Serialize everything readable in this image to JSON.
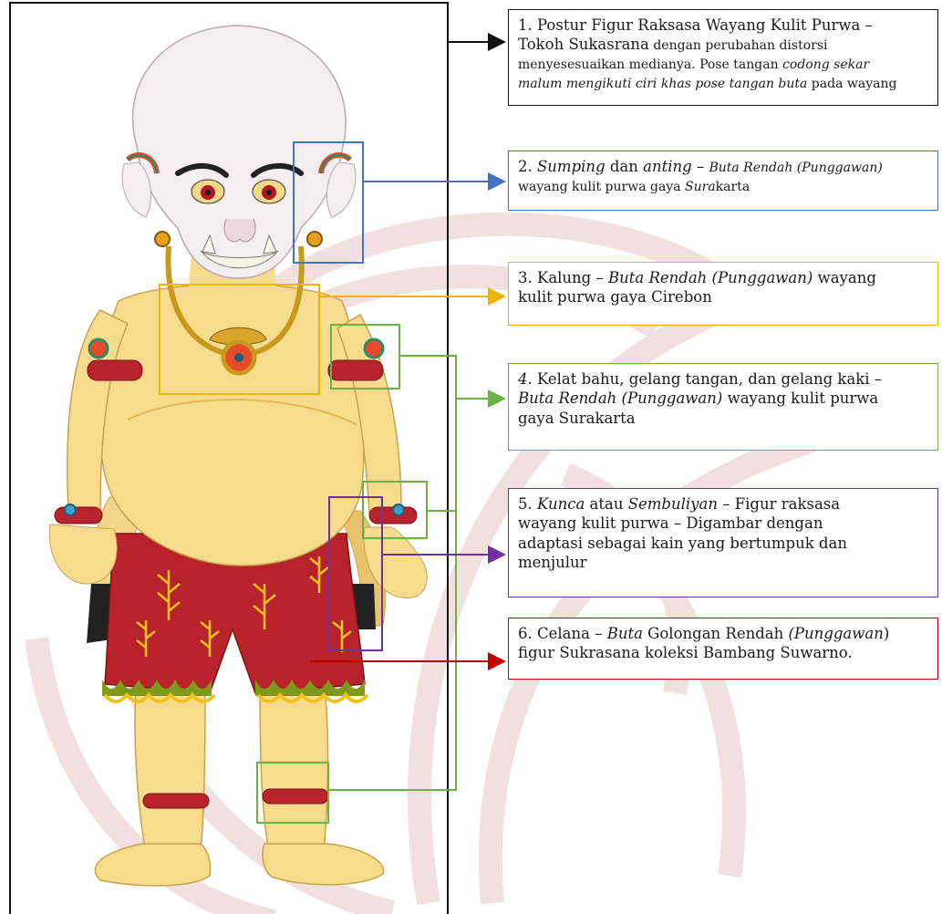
{
  "colors": {
    "black": "#111111",
    "blue": "#4472c4",
    "yellow": "#f0b400",
    "green": "#6db046",
    "purple": "#7030a0",
    "red": "#c00000",
    "skin": "#f6dc8c",
    "skin_shade": "#e9c56b",
    "head": "#f4eef1",
    "pants": "#b8232b",
    "gold": "#c79a1e",
    "ruffle_green": "#7f9a1a",
    "watermark": "#e8c7c7"
  },
  "annotations": [
    {
      "id": 1,
      "color_key": "black",
      "segments": [
        {
          "t": "1. Postur Figur Raksasa Wayang Kulit Purwa –",
          "s": "big"
        },
        {
          "br": true
        },
        {
          "t": "Tokoh Sukasrana",
          "s": "big"
        },
        {
          "t": " dengan perubahan distorsi",
          "s": "small"
        },
        {
          "br": true
        },
        {
          "t": "menyesesuaikan medianya. Pose tangan ",
          "s": "small"
        },
        {
          "t": "codong sekar",
          "s": "small",
          "i": true
        },
        {
          "br": true
        },
        {
          "t": "malum mengikuti ciri khas pose tangan buta",
          "s": "small",
          "i": true
        },
        {
          "t": " pada wayang",
          "s": "small"
        }
      ]
    },
    {
      "id": 2,
      "color_key": "blue",
      "segments": [
        {
          "t": "2. ",
          "s": "big"
        },
        {
          "t": "Sumping",
          "s": "big",
          "i": true
        },
        {
          "t": " dan ",
          "s": "big"
        },
        {
          "t": "anting",
          "s": "big",
          "i": true
        },
        {
          "t": " – ",
          "s": "big"
        },
        {
          "t": "Buta Rendah (Punggawan)",
          "s": "small",
          "i": true
        },
        {
          "br": true
        },
        {
          "t": "wayang kulit purwa gaya ",
          "s": "small"
        },
        {
          "t": "Sura",
          "s": "small",
          "i": true
        },
        {
          "t": "karta",
          "s": "small"
        }
      ]
    },
    {
      "id": 3,
      "color_key": "yellow",
      "segments": [
        {
          "t": "3. Kalung – ",
          "s": "big"
        },
        {
          "t": "Buta Rendah (Punggawan)",
          "s": "big",
          "i": true
        },
        {
          "t": " wayang",
          "s": "big"
        },
        {
          "br": true
        },
        {
          "t": "kulit purwa gaya Cirebon",
          "s": "big"
        }
      ]
    },
    {
      "id": 4,
      "color_key": "green",
      "segments": [
        {
          "t": "4",
          "s": "big",
          "i": true
        },
        {
          "t": ". Kelat bahu, gelang tangan, dan gelang kaki –",
          "s": "big"
        },
        {
          "br": true
        },
        {
          "t": "Buta Rendah (Punggawan)",
          "s": "big",
          "i": true
        },
        {
          "t": " wayang kulit purwa",
          "s": "big"
        },
        {
          "br": true
        },
        {
          "t": "gaya Surakarta",
          "s": "big"
        }
      ]
    },
    {
      "id": 5,
      "color_key": "purple",
      "segments": [
        {
          "t": "5. ",
          "s": "big"
        },
        {
          "t": "Kunca",
          "s": "big",
          "i": true
        },
        {
          "t": " atau ",
          "s": "big"
        },
        {
          "t": "Sembuliyan",
          "s": "big",
          "i": true
        },
        {
          "t": " – Figur raksasa",
          "s": "big"
        },
        {
          "br": true
        },
        {
          "t": "wayang kulit purwa – Digambar dengan",
          "s": "big"
        },
        {
          "br": true
        },
        {
          "t": "adaptasi sebagai kain yang bertumpuk dan",
          "s": "big"
        },
        {
          "br": true
        },
        {
          "t": "menjulur",
          "s": "big"
        }
      ]
    },
    {
      "id": 6,
      "color_key": "red",
      "segments": [
        {
          "t": "6. Celana – ",
          "s": "big"
        },
        {
          "t": "Buta",
          "s": "big",
          "i": true
        },
        {
          "t": " Golongan Rendah ",
          "s": "big"
        },
        {
          "t": "(Punggawan",
          "s": "big",
          "i": true
        },
        {
          "t": ")",
          "s": "big"
        },
        {
          "br": true
        },
        {
          "t": "figur Sukrasana koleksi Bambang Suwarno.",
          "s": "big"
        }
      ]
    }
  ]
}
